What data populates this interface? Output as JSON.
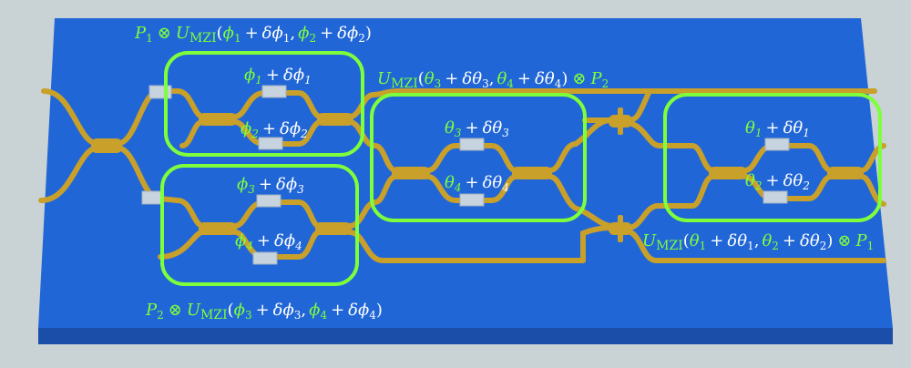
{
  "colors": {
    "background": "#c9d2d4",
    "chip_top": "#2166d6",
    "chip_edge": "#1a4ea8",
    "waveguide": "#c8a02a",
    "heater": "#c7d3df",
    "box_outline": "#7dff3c",
    "label_green": "#7dff3c",
    "label_white": "#ffffff"
  },
  "labels": {
    "mzi_top_left": {
      "P": "P",
      "P_sub": "1",
      "otimes": "⊗",
      "U": "U",
      "U_sub": "MZI",
      "open": "(",
      "a": "ϕ",
      "a_sub": "1",
      "plus1": "+",
      "da": "δϕ",
      "da_sub": "1",
      "comma": ",",
      "b": "ϕ",
      "b_sub": "2",
      "plus2": "+",
      "db": "δϕ",
      "db_sub": "2",
      "close": ")"
    },
    "mzi_bottom_left": {
      "P": "P",
      "P_sub": "2",
      "otimes": "⊗",
      "U": "U",
      "U_sub": "MZI",
      "open": "(",
      "a": "ϕ",
      "a_sub": "3",
      "plus1": "+",
      "da": "δϕ",
      "da_sub": "3",
      "comma": ",",
      "b": "ϕ",
      "b_sub": "4",
      "plus2": "+",
      "db": "δϕ",
      "db_sub": "4",
      "close": ")"
    },
    "mzi_middle": {
      "U": "U",
      "U_sub": "MZI",
      "open": "(",
      "a": "θ",
      "a_sub": "3",
      "plus1": "+",
      "da": "δθ",
      "da_sub": "3",
      "comma": ",",
      "b": "θ",
      "b_sub": "4",
      "plus2": "+",
      "db": "δθ",
      "db_sub": "4",
      "close": ")",
      "otimes": "⊗",
      "P": "P",
      "P_sub": "2"
    },
    "mzi_right": {
      "U": "U",
      "U_sub": "MZI",
      "open": "(",
      "a": "θ",
      "a_sub": "1",
      "plus1": "+",
      "da": "δθ",
      "da_sub": "1",
      "comma": ",",
      "b": "θ",
      "b_sub": "2",
      "plus2": "+",
      "db": "δθ",
      "db_sub": "2",
      "close": ")",
      "otimes": "⊗",
      "P": "P",
      "P_sub": "1"
    }
  },
  "phases": {
    "phi1": {
      "v": "ϕ",
      "sub": "1",
      "plus": "+",
      "d": "δϕ",
      "dsub": "1"
    },
    "phi2": {
      "v": "ϕ",
      "sub": "2",
      "plus": "+",
      "d": "δϕ",
      "dsub": "2"
    },
    "phi3": {
      "v": "ϕ",
      "sub": "3",
      "plus": "+",
      "d": "δϕ",
      "dsub": "3"
    },
    "phi4": {
      "v": "ϕ",
      "sub": "4",
      "plus": "+",
      "d": "δϕ",
      "dsub": "4"
    },
    "theta3": {
      "v": "θ",
      "sub": "3",
      "plus": "+",
      "d": "δθ",
      "dsub": "3"
    },
    "theta4": {
      "v": "θ",
      "sub": "4",
      "plus": "+",
      "d": "δθ",
      "dsub": "4"
    },
    "theta1": {
      "v": "θ",
      "sub": "1",
      "plus": "+",
      "d": "δθ",
      "dsub": "1"
    },
    "theta2": {
      "v": "θ",
      "sub": "2",
      "plus": "+",
      "d": "δθ",
      "dsub": "2"
    }
  }
}
